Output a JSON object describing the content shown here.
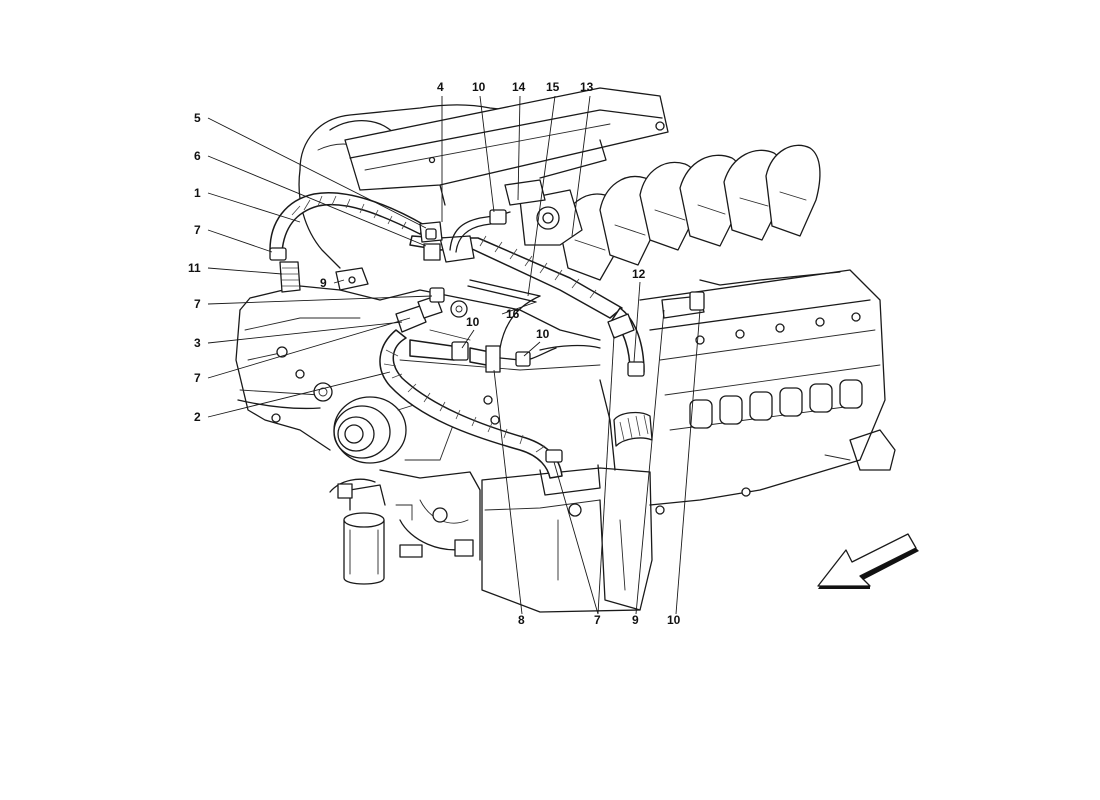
{
  "diagram": {
    "callouts": {
      "c1": "1",
      "c2": "2",
      "c3": "3",
      "c4": "4",
      "c5": "5",
      "c6": "6",
      "c7a": "7",
      "c7b": "7",
      "c7c": "7",
      "c7d": "7",
      "c8": "8",
      "c9a": "9",
      "c9b": "9",
      "c10a": "10",
      "c10b": "10",
      "c10c": "10",
      "c10d": "10",
      "c11": "11",
      "c12": "12",
      "c13": "13",
      "c14": "14",
      "c15": "15",
      "c16": "16"
    },
    "icons": {
      "direction_arrow": "direction-arrow-icon"
    }
  }
}
